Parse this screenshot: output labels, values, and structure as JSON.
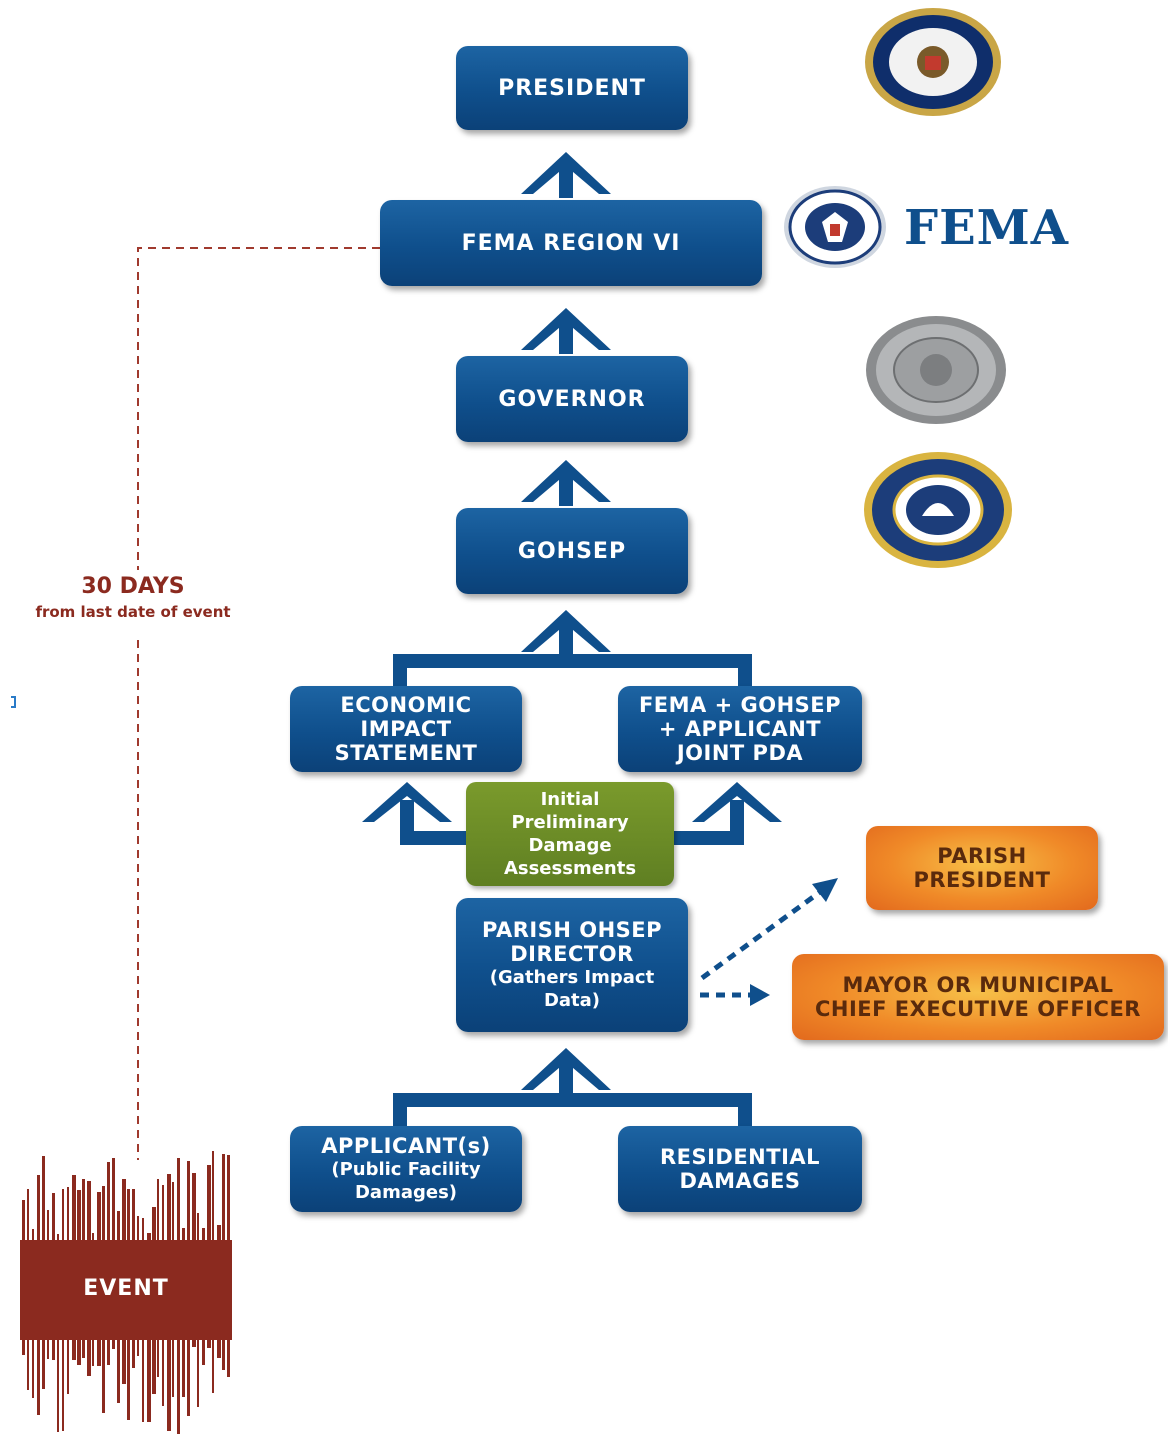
{
  "boxes": {
    "president": "PRESIDENT",
    "fema_region": "FEMA REGION VI",
    "governor": "GOVERNOR",
    "gohsep": "GOHSEP",
    "economic_impact": [
      "ECONOMIC",
      "IMPACT",
      "STATEMENT"
    ],
    "joint_pda": [
      "FEMA + GOHSEP",
      "+ APPLICANT",
      "JOINT PDA"
    ],
    "initial_pda": [
      "Initial",
      "Preliminary",
      "Damage",
      "Assessments"
    ],
    "parish_ohsep": [
      "PARISH OHSEP",
      "DIRECTOR",
      "(Gathers Impact",
      "Data)"
    ],
    "parish_president": [
      "PARISH",
      "PRESIDENT"
    ],
    "mayor": [
      "MAYOR OR MUNICIPAL",
      "CHIEF EXECUTIVE OFFICER"
    ],
    "applicants": [
      "APPLICANT(s)",
      "(Public Facility",
      "Damages)"
    ],
    "residential": [
      "RESIDENTIAL",
      "DAMAGES"
    ]
  },
  "timeline": {
    "days": "30 DAYS",
    "days_note": "from last date of event",
    "event": "EVENT"
  },
  "logos": {
    "fema_wordmark": "FEMA",
    "icons": [
      "presidential-seal-icon",
      "dhs-seal-icon",
      "louisiana-seal-icon",
      "gohsep-seal-icon"
    ]
  },
  "colors": {
    "box_blue": "#0f4f8c",
    "box_green": "#6b8b26",
    "box_orange": "#f08a28",
    "event_red": "#8b2a1f"
  }
}
